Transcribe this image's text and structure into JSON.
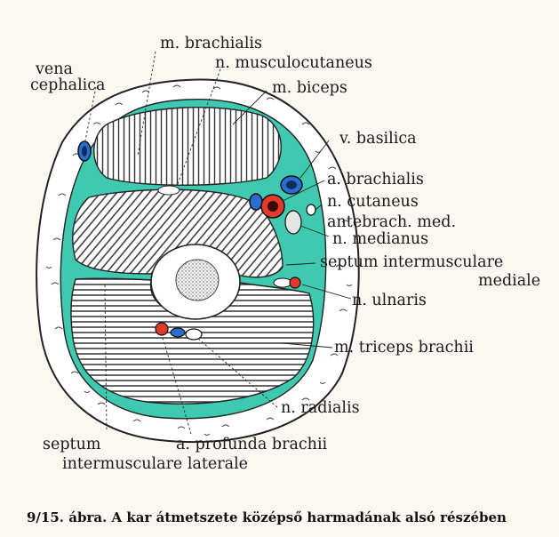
{
  "labels": {
    "vena_cephalica_1": "vena",
    "vena_cephalica_2": "cephalica",
    "m_brachialis": "m. brachialis",
    "n_musculocutaneus": "n. musculocutaneus",
    "m_biceps": "m. biceps",
    "v_basilica": "v. basilica",
    "a_brachialis": "a. brachialis",
    "n_cutaneus_1": "n. cutaneus",
    "n_cutaneus_2": "antebrach. med.",
    "n_medianus": "n. medianus",
    "septum_mediale_1": "septum intermusculare",
    "septum_mediale_2": "mediale",
    "n_ulnaris": "n. ulnaris",
    "m_triceps": "m. triceps brachii",
    "n_radialis": "n. radialis",
    "septum_laterale_1": "septum",
    "septum_laterale_2": "intermusculare laterale",
    "a_profunda": "a. profunda brachii"
  },
  "caption": "9/15. ábra. A kar átmetszete középső harmadának alsó részében",
  "colors": {
    "fascia": "#3ec9b0",
    "artery": "#e03a2a",
    "vein": "#2a6fcf",
    "background": "#fbf7f3"
  }
}
